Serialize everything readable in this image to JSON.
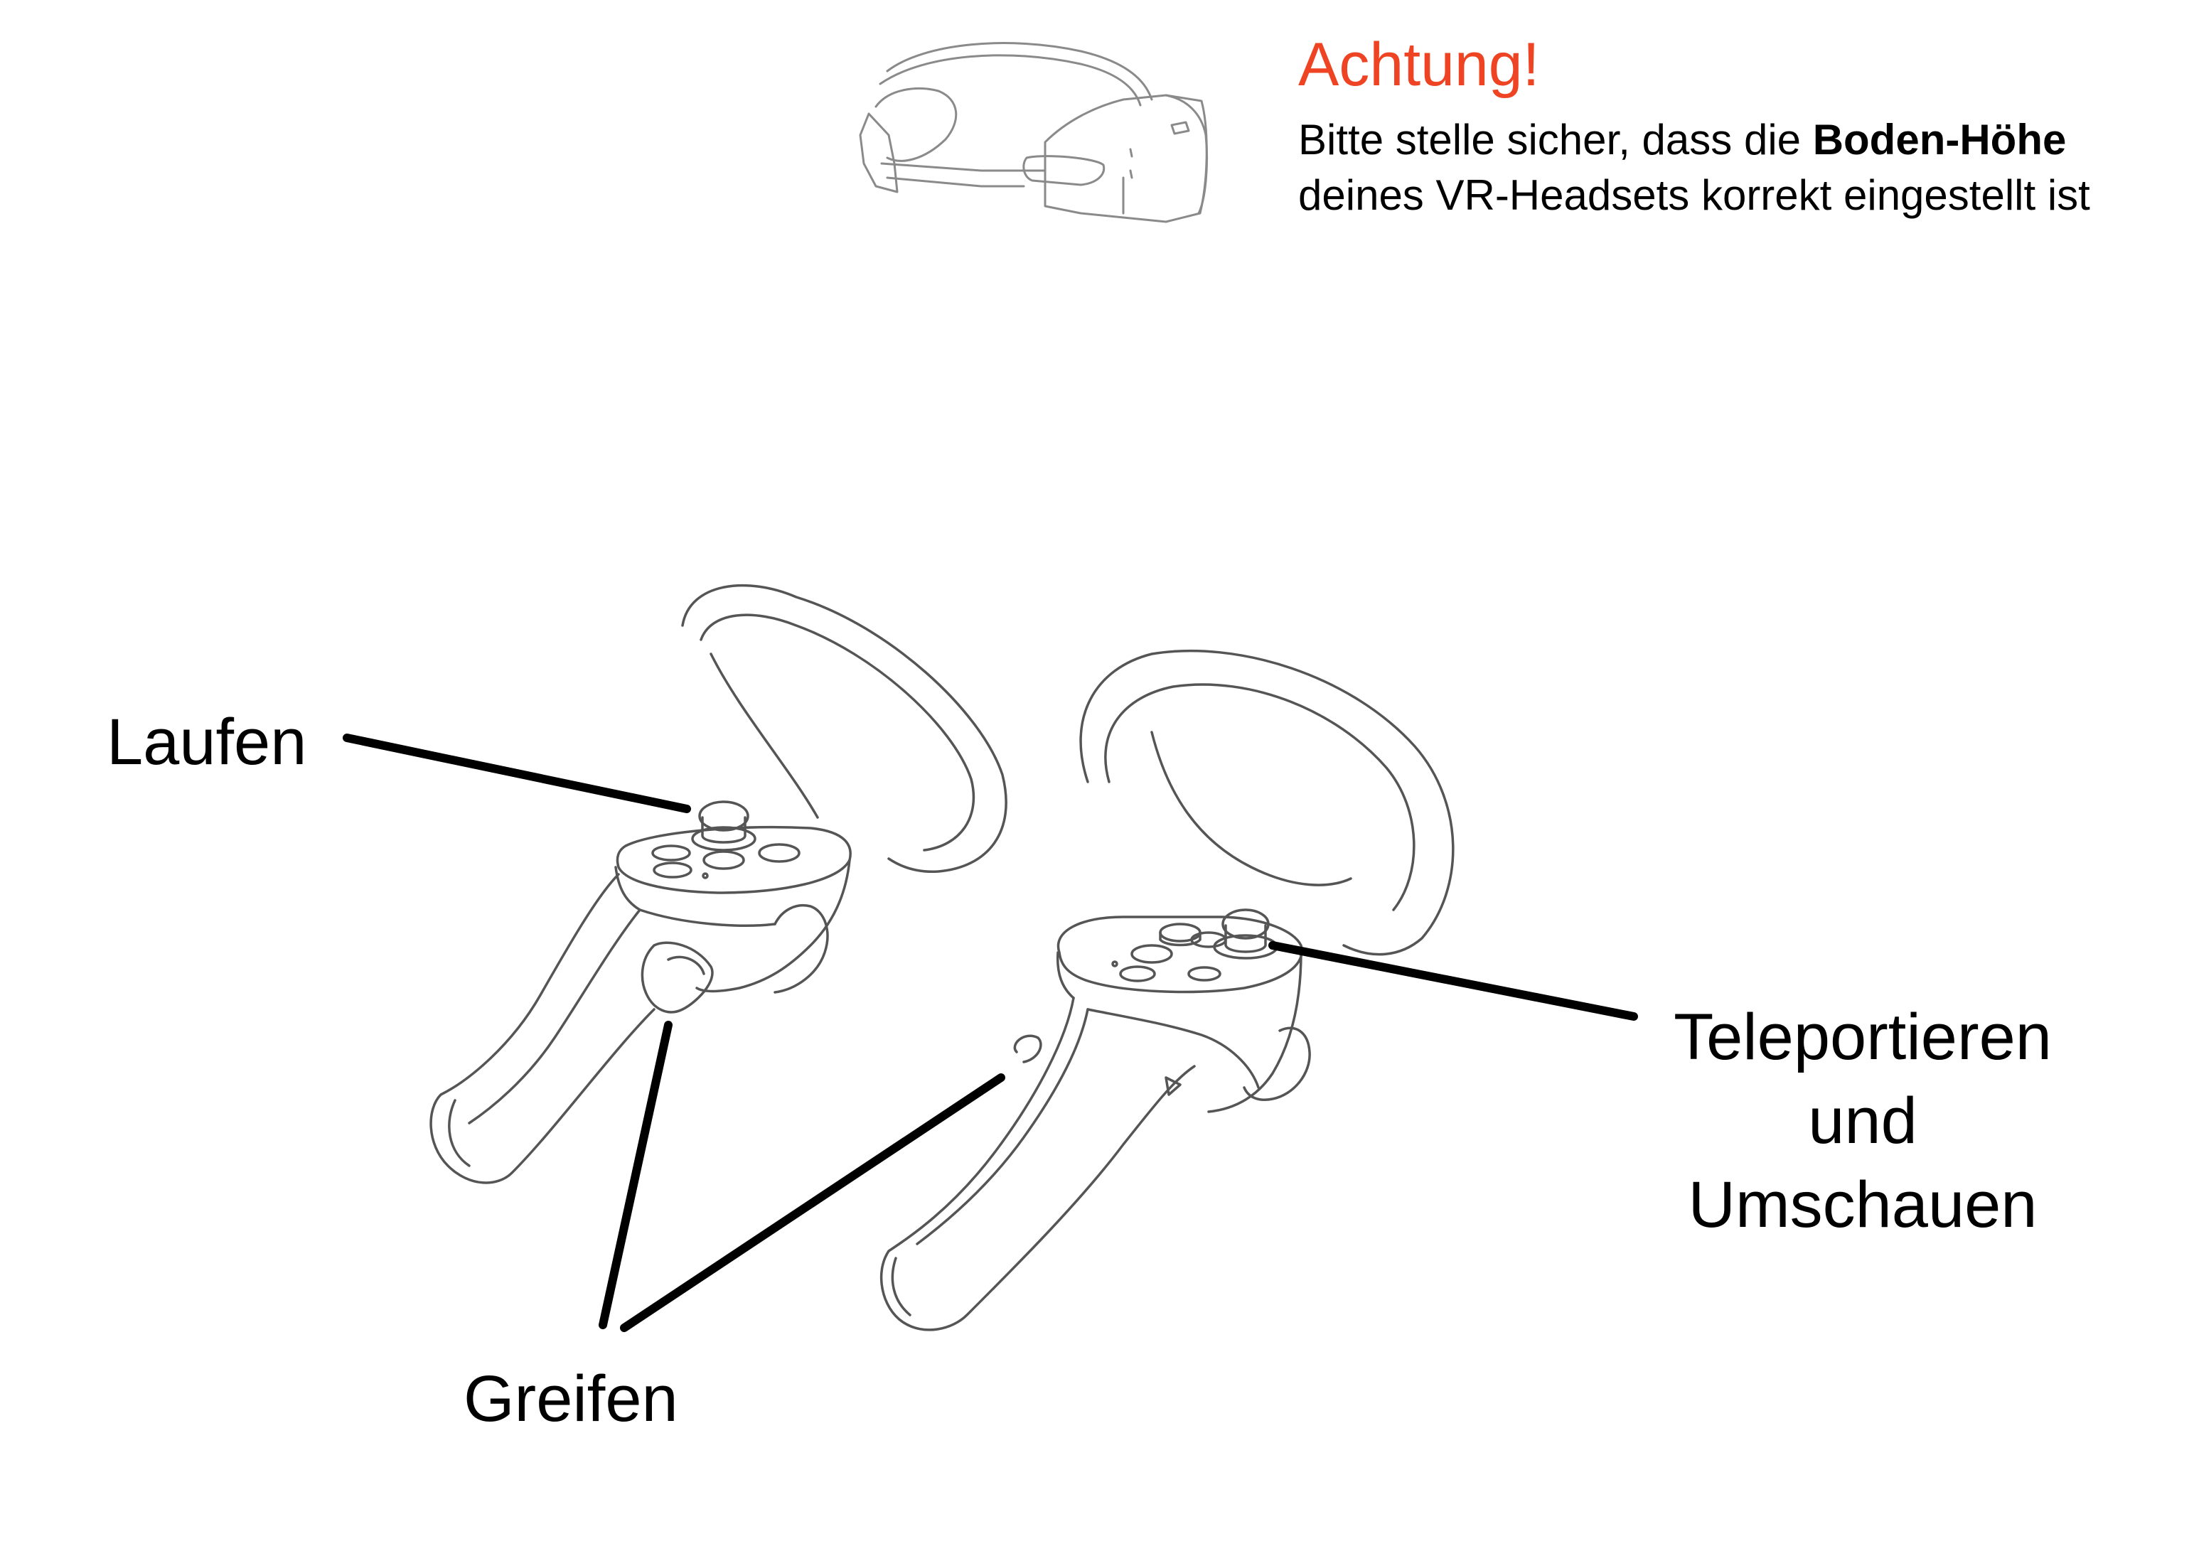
{
  "warning": {
    "title": "Achtung!",
    "line1_before": "Bitte stelle sicher, dass die ",
    "line1_bold": "Boden-Höhe",
    "line2": "deines VR-Headsets korrekt eingestellt ist",
    "title_color": "#ee4423"
  },
  "labels": {
    "walk": "Laufen",
    "grab": "Greifen",
    "teleport_line1": "Teleportieren",
    "teleport_line2": "und",
    "teleport_line3": "Umschauen"
  },
  "icons": [
    "vr-headset-icon",
    "left-controller-icon",
    "right-controller-icon"
  ]
}
